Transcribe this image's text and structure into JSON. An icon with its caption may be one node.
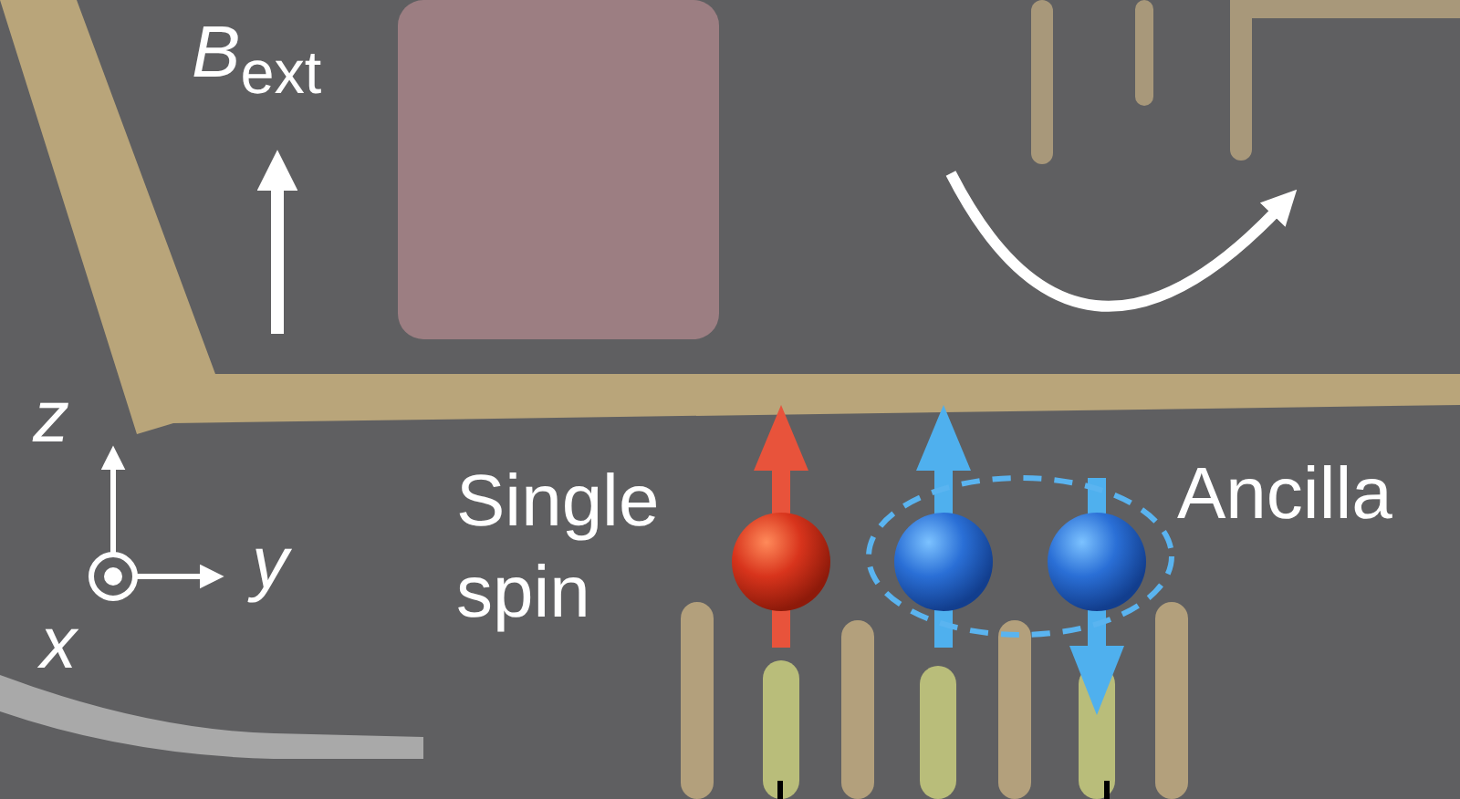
{
  "diagram": {
    "nodes": [
      {
        "text": [],
        "shape": "ellipse"
      }
    ],
    "labels": [
      "*B*$_{ext}$",
      "z",
      "y",
      "x",
      "Single spin",
      "Ancilla"
    ]
  }
}
